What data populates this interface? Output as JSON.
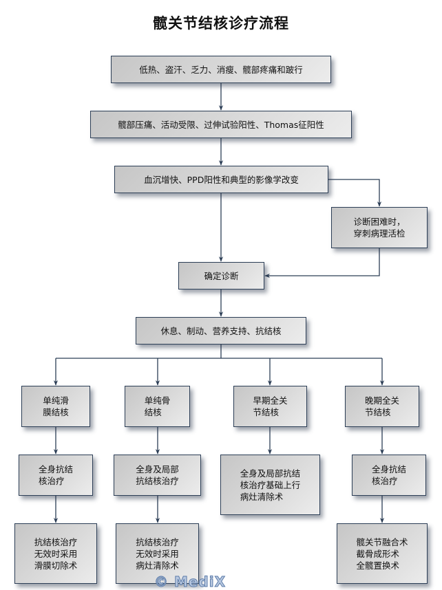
{
  "title": "髋关节结核诊疗流程",
  "steps": {
    "symptoms": "低热、盗汗、乏力、消瘦、髋部疼痛和跛行",
    "signs": "髋部压痛、活动受限、过伸试验阳性、Thomas征阳性",
    "labs": "血沉增快、PPD阳性和典型的影像学改变",
    "biopsy": "诊断困难时，\n穿刺病理活检",
    "diagnosis": "确定诊断",
    "general_treatment": "休息、制动、营养支持、抗结核"
  },
  "branches": [
    {
      "type": "单纯滑\n膜结核",
      "treatment": "全身抗结\n核治疗",
      "surgery": "抗结核治疗\n无效时采用\n滑膜切除术"
    },
    {
      "type": "单纯骨\n结核",
      "treatment": "全身及局部\n抗结核治疗",
      "surgery": "抗结核治疗\n无效时采用\n病灶清除术"
    },
    {
      "type": "早期全关\n节结核",
      "treatment": "全身及局部抗结\n核治疗基础上行\n病灶清除术",
      "surgery": null
    },
    {
      "type": "晚期全关\n节结核",
      "treatment": "全身抗结\n核治疗",
      "surgery": "髋关节融合术\n截骨成形术\n全髋置换术"
    }
  ],
  "watermark": "© MediX",
  "colors": {
    "border": "#2b3d55",
    "line": "#2b3d55",
    "box_light": "#ececec",
    "box_dark": "#c6c6c6"
  }
}
